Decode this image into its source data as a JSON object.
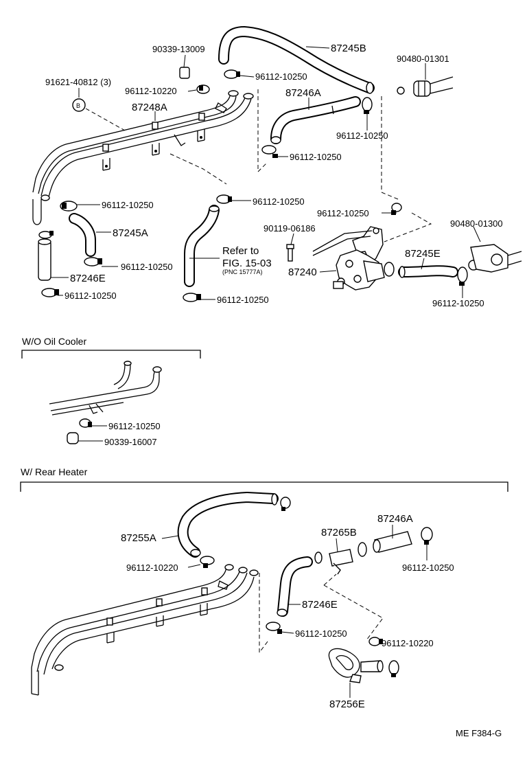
{
  "main_diagram": {
    "labels": {
      "p87245B": "87245B",
      "p90480_01301": "90480-01301",
      "p90339_13009": "90339-13009",
      "clamp_a": "96112-10250",
      "p91621": "91621-40812 (3)",
      "bolt_symbol": "B",
      "clamp_b": "96112-10220",
      "p87248A": "87248A",
      "p87246A": "87246A",
      "clamp_c": "96112-10250",
      "clamp_d": "96112-10250",
      "clamp_e": "96112-10250",
      "clamp_f": "96112-10250",
      "clamp_g": "96112-10250",
      "p87245A": "87245A",
      "p90119": "90119-06186",
      "p90480_01300": "90480-01300",
      "refer_line1": "Refer to",
      "refer_line2": "FIG. 15-03",
      "refer_line3": "(PNC 15777A)",
      "p87245E": "87245E",
      "p87240": "87240",
      "clamp_h": "96112-10250",
      "p87246E": "87246E",
      "clamp_i": "96112-10250",
      "clamp_j": "96112-10250",
      "clamp_k": "96112-10250"
    }
  },
  "wo_oil_cooler": {
    "header": "W/O Oil Cooler",
    "clamp": "96112-10250",
    "cap": "90339-16007"
  },
  "w_rear_heater": {
    "header": "W/ Rear Heater",
    "p87246A": "87246A",
    "p87255A": "87255A",
    "p87265B": "87265B",
    "clamp_a": "96112-10220",
    "clamp_b": "96112-10250",
    "p87246E": "87246E",
    "clamp_c": "96112-10250",
    "clamp_d": "96112-10220",
    "p87256E": "87256E"
  },
  "footer": {
    "code": "ME  F384-G"
  }
}
